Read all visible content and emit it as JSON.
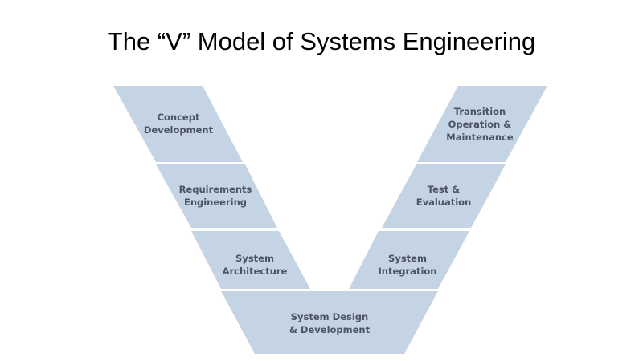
{
  "title": "The “V” Model of Systems Engineering",
  "left_arm": [
    {
      "lines": [
        "Concept",
        "Development"
      ]
    },
    {
      "lines": [
        "Requirements",
        "Engineering"
      ]
    },
    {
      "lines": [
        "System",
        "Architecture"
      ]
    }
  ],
  "bottom": {
    "lines": [
      "System Design",
      "& Development"
    ]
  },
  "right_arm": [
    {
      "lines": [
        "Transition",
        "Operation &",
        "Maintenance"
      ]
    },
    {
      "lines": [
        "Test &",
        "Evaluation"
      ]
    },
    {
      "lines": [
        "System",
        "Integration"
      ]
    }
  ],
  "colors": {
    "shape_fill": "#c5d4e5",
    "label_text": "#4b5364"
  }
}
